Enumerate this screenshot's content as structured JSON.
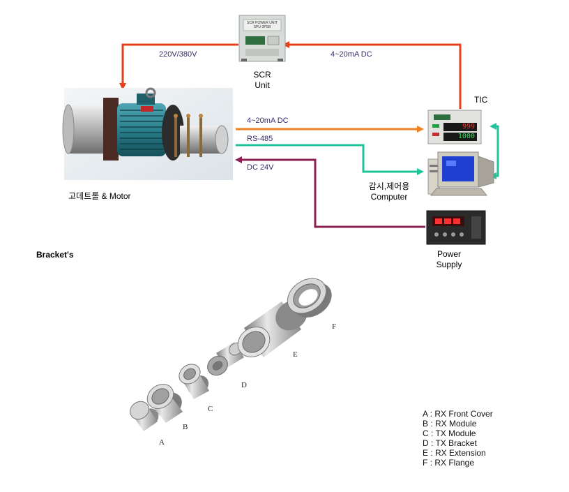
{
  "system": {
    "scr_unit": {
      "label_line1": "SCR",
      "label_line2": "Unit",
      "panel_text1": "SCR POWER UNIT",
      "panel_text2": "SPU-3PSB"
    },
    "motor": {
      "label": "고데트롤 & Motor"
    },
    "tic": {
      "label": "TIC",
      "display_pv": "999",
      "display_sv": "1000"
    },
    "computer": {
      "label_line1": "감시,제어용",
      "label_line2": "Computer"
    },
    "power_supply": {
      "label_line1": "Power",
      "label_line2": "Supply"
    },
    "links": {
      "scr_to_motor": "220V/380V",
      "tic_to_scr": "4~20mA DC",
      "motor_to_tic": "4~20mA DC",
      "rs485": "RS-485",
      "dc24": "DC 24V"
    },
    "colors": {
      "red": "#e8401c",
      "orange": "#f08020",
      "teal": "#20c49a",
      "purple": "#8b2252"
    }
  },
  "brackets": {
    "title": "Bracket's",
    "part_letters": [
      "A",
      "B",
      "C",
      "D",
      "E",
      "F"
    ],
    "legend": [
      "A : RX Front Cover",
      "B : RX Module",
      "C : TX Module",
      "D : TX Bracket",
      "E : RX Extension",
      "F : RX Flange"
    ]
  }
}
